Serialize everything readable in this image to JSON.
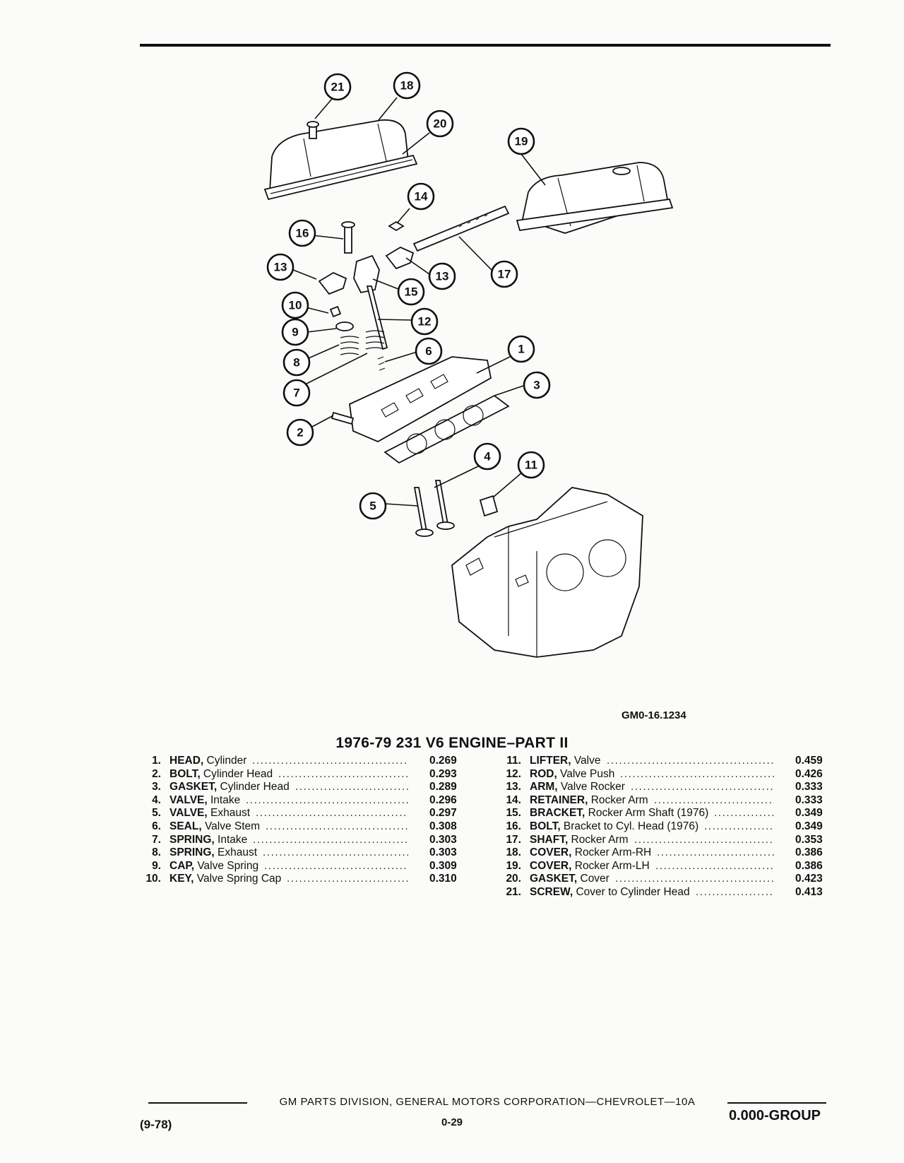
{
  "figure_ref": "GM0-16.1234",
  "title": "1976-79 231 V6 ENGINE–PART II",
  "callouts": [
    "21",
    "18",
    "20",
    "19",
    "14",
    "16",
    "13",
    "13",
    "17",
    "15",
    "10",
    "12",
    "9",
    "6",
    "8",
    "1",
    "7",
    "3",
    "2",
    "4",
    "11",
    "5"
  ],
  "parts_left": [
    {
      "num": "1.",
      "name": "HEAD,",
      "desc": " Cylinder",
      "code": "0.269"
    },
    {
      "num": "2.",
      "name": "BOLT,",
      "desc": " Cylinder Head",
      "code": "0.293"
    },
    {
      "num": "3.",
      "name": "GASKET,",
      "desc": " Cylinder Head",
      "code": "0.289"
    },
    {
      "num": "4.",
      "name": "VALVE,",
      "desc": " Intake",
      "code": "0.296"
    },
    {
      "num": "5.",
      "name": "VALVE,",
      "desc": " Exhaust",
      "code": "0.297"
    },
    {
      "num": "6.",
      "name": "SEAL,",
      "desc": " Valve Stem",
      "code": "0.308"
    },
    {
      "num": "7.",
      "name": "SPRING,",
      "desc": " Intake",
      "code": "0.303"
    },
    {
      "num": "8.",
      "name": "SPRING,",
      "desc": " Exhaust",
      "code": "0.303"
    },
    {
      "num": "9.",
      "name": "CAP,",
      "desc": " Valve Spring",
      "code": "0.309"
    },
    {
      "num": "10.",
      "name": "KEY,",
      "desc": " Valve Spring Cap",
      "code": "0.310"
    }
  ],
  "parts_right": [
    {
      "num": "11.",
      "name": "LIFTER,",
      "desc": " Valve",
      "code": "0.459"
    },
    {
      "num": "12.",
      "name": "ROD,",
      "desc": " Valve Push",
      "code": "0.426"
    },
    {
      "num": "13.",
      "name": "ARM,",
      "desc": " Valve Rocker",
      "code": "0.333"
    },
    {
      "num": "14.",
      "name": "RETAINER,",
      "desc": " Rocker Arm",
      "code": "0.333"
    },
    {
      "num": "15.",
      "name": "BRACKET,",
      "desc": " Rocker Arm Shaft (1976)",
      "code": "0.349"
    },
    {
      "num": "16.",
      "name": "BOLT,",
      "desc": " Bracket to Cyl. Head (1976)",
      "code": "0.349"
    },
    {
      "num": "17.",
      "name": "SHAFT,",
      "desc": " Rocker Arm",
      "code": "0.353"
    },
    {
      "num": "18.",
      "name": "COVER,",
      "desc": " Rocker Arm-RH",
      "code": "0.386"
    },
    {
      "num": "19.",
      "name": "COVER,",
      "desc": " Rocker Arm-LH",
      "code": "0.386"
    },
    {
      "num": "20.",
      "name": "GASKET,",
      "desc": " Cover",
      "code": "0.423"
    },
    {
      "num": "21.",
      "name": "SCREW,",
      "desc": " Cover to Cylinder Head",
      "code": "0.413"
    }
  ],
  "footer": {
    "text": "GM PARTS DIVISION, GENERAL MOTORS CORPORATION—CHEVROLET—10A",
    "date_code": "(9-78)",
    "page": "0-29",
    "group": "0.000-GROUP"
  }
}
